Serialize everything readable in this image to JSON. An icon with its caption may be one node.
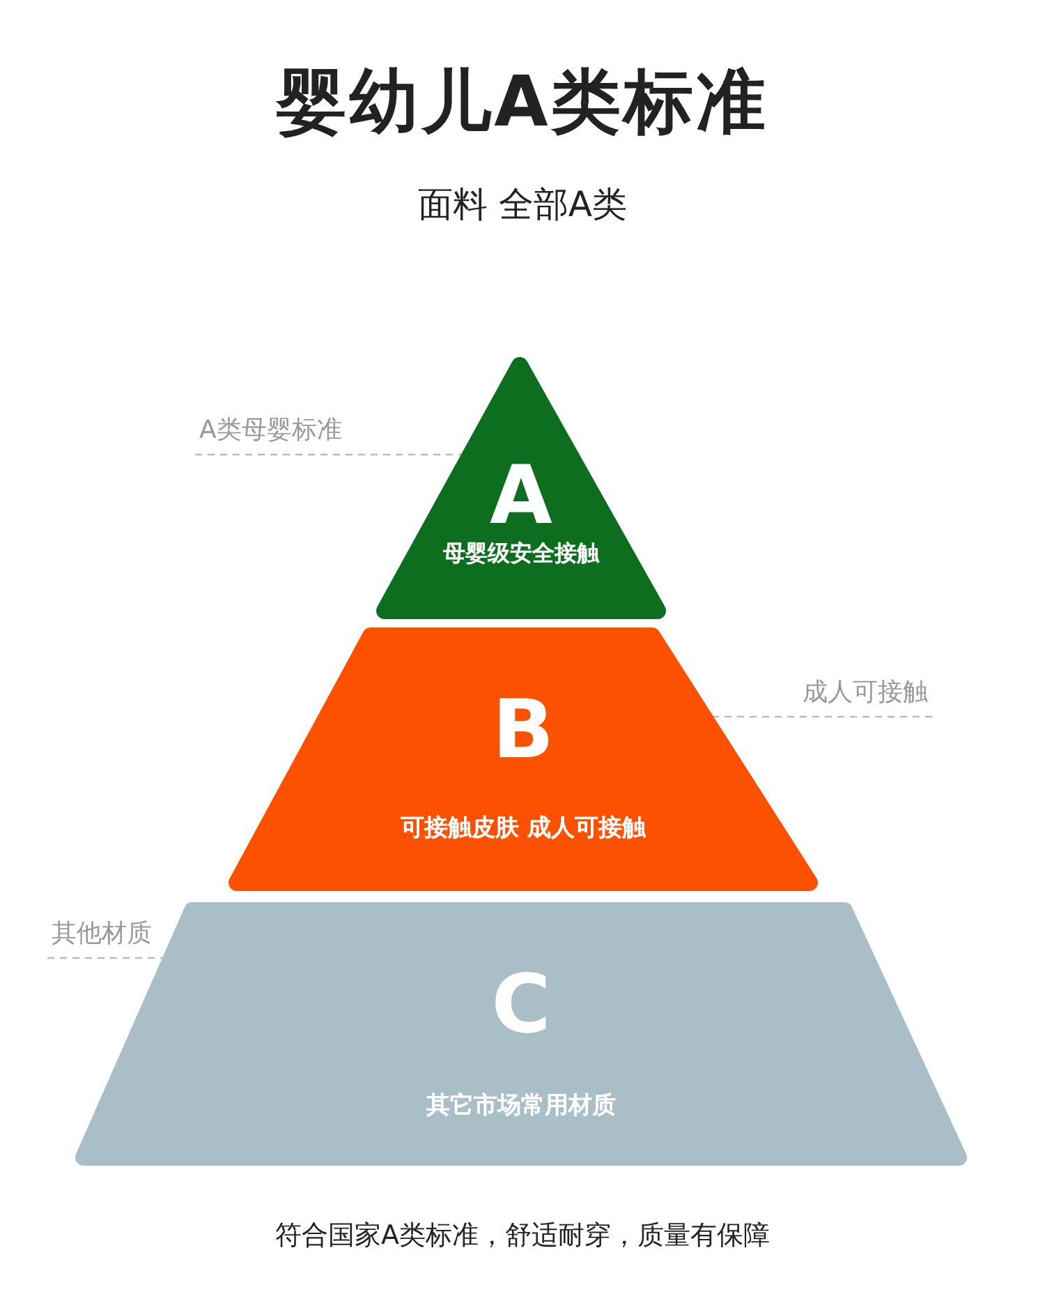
{
  "diagram": {
    "title": "婴幼儿A类标准",
    "caption": "符合国家A类标准，舒适耐穿，质量有保障",
    "nodes": [
      {
        "text": [
          "A",
          "母婴级安全接触"
        ]
      },
      {
        "text": [
          "B",
          "可接触皮肤 成人可接触"
        ]
      },
      {
        "text": [
          "C",
          "其它市场常用材质"
        ]
      },
      {
        "text": [
          "A类母婴标准"
        ]
      },
      {
        "text": [
          "成人可接触"
        ]
      },
      {
        "text": [
          "其他材质"
        ]
      }
    ],
    "edges": [
      {
        "from": 3,
        "to": 0,
        "arrow": "none",
        "style": "dashed"
      },
      {
        "from": 4,
        "to": 1,
        "arrow": "none",
        "style": "dashed"
      },
      {
        "from": 5,
        "to": 2,
        "arrow": "none",
        "style": "dashed"
      }
    ],
    "labels": [
      "面料 全部A类"
    ]
  }
}
